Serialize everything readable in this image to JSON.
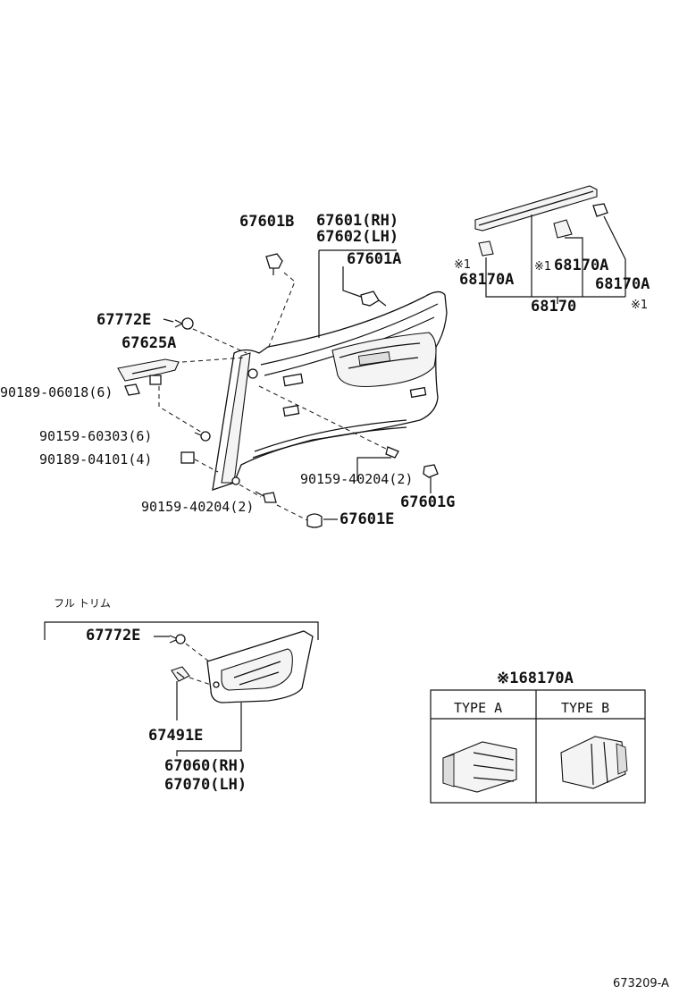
{
  "labels": {
    "p67601B": "67601B",
    "p67601RH": "67601(RH)",
    "p67602LH": "67602(LH)",
    "p67601A": "67601A",
    "p67772E_top": "67772E",
    "p67625A": "67625A",
    "p90189_06018": "90189-06018(6)",
    "p90159_60303": "90159-60303(6)",
    "p90189_04101": "90189-04101(4)",
    "p90159_40204_a": "90159-40204(2)",
    "p90159_40204_b": "90159-40204(2)",
    "p67601G": "67601G",
    "p67601E": "67601E",
    "p68170A_left": "68170A",
    "p68170A_mid": "68170A",
    "p68170A_right": "68170A",
    "p68170": "68170",
    "ref1_left": "※1",
    "ref1_mid": "※1",
    "ref1_right": "※1",
    "full_trim": "フル トリム",
    "p67772E_bottom": "67772E",
    "p67491E": "67491E",
    "p67060RH": "67060(RH)",
    "p67070LH": "67070(LH)",
    "legend_title": "※168170A",
    "type_a": "TYPE A",
    "type_b": "TYPE B",
    "figure_code": "673209-A"
  }
}
